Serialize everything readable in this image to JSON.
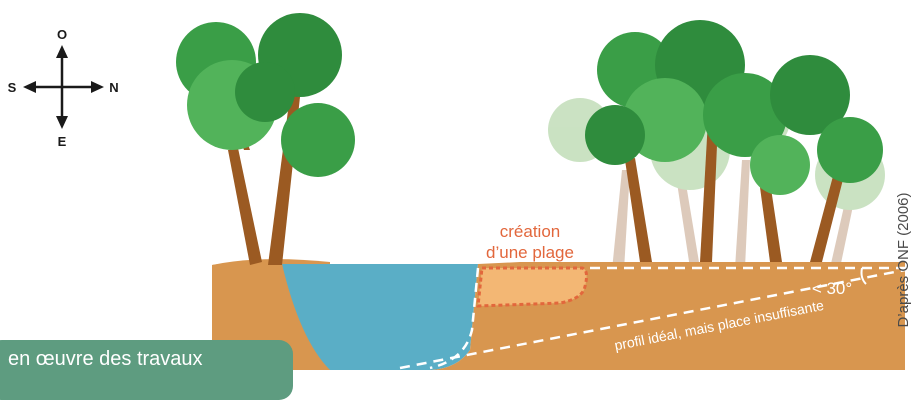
{
  "compass": {
    "north": "O",
    "south": "E",
    "west": "S",
    "east": "N"
  },
  "annotation": {
    "line1": "création",
    "line2": "d’une plage"
  },
  "angle_label": "< 30°",
  "profile_label": "profil idéal, mais place insuffisante",
  "credit": "D’après ONF (2006)",
  "caption": "en œuvre des travaux",
  "colors": {
    "ground": "#d8964f",
    "water": "#5aaec6",
    "beach": "#f3b774",
    "accent": "#e2673c",
    "foliage": "#3a9e47",
    "trunk": "#9b5a22",
    "caption_bg": "#5e9c80"
  }
}
